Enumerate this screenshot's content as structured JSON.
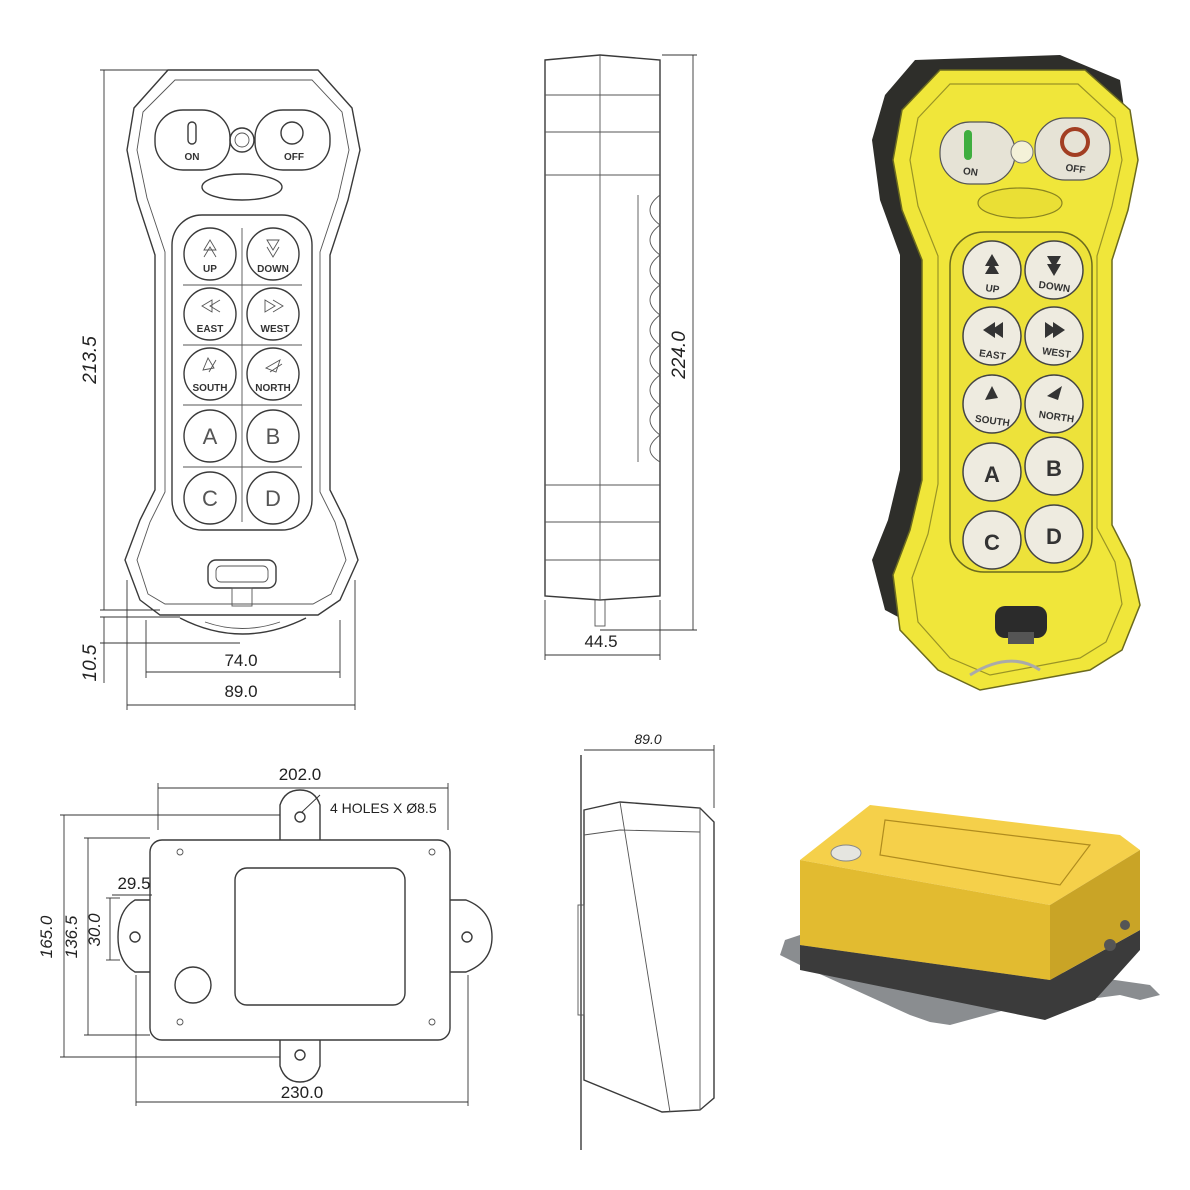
{
  "remote_front": {
    "power_labels": {
      "on": "ON",
      "off": "OFF"
    },
    "buttons": [
      {
        "label": "UP"
      },
      {
        "label": "DOWN"
      },
      {
        "label": "EAST"
      },
      {
        "label": "WEST"
      },
      {
        "label": "SOUTH"
      },
      {
        "label": "NORTH"
      },
      {
        "label": "A"
      },
      {
        "label": "B"
      },
      {
        "label": "C"
      },
      {
        "label": "D"
      }
    ],
    "dims": {
      "height": "213.5",
      "inner_width": "74.0",
      "outer_width": "89.0",
      "antenna": "10.5"
    }
  },
  "remote_side": {
    "dims": {
      "height": "224.0",
      "depth": "44.5"
    }
  },
  "remote_photo": {
    "power_labels": {
      "on": "ON",
      "off": "OFF"
    },
    "buttons": [
      {
        "label": "UP"
      },
      {
        "label": "DOWN"
      },
      {
        "label": "EAST"
      },
      {
        "label": "WEST"
      },
      {
        "label": "SOUTH"
      },
      {
        "label": "NORTH"
      },
      {
        "label": "A"
      },
      {
        "label": "B"
      },
      {
        "label": "C"
      },
      {
        "label": "D"
      }
    ],
    "colors": {
      "body": "#f0e63a",
      "frame": "#2e2e2a"
    }
  },
  "receiver_top": {
    "dims": {
      "hole_spacing": "202.0",
      "holes": "4 HOLES X Ø8.5",
      "width": "230.0",
      "h1": "165.0",
      "h2": "136.5",
      "h3": "30.0",
      "offset": "29.5"
    }
  },
  "receiver_side": {
    "dims": {
      "depth": "89.0"
    }
  },
  "receiver_photo": {
    "colors": {
      "top": "#e8c53d",
      "base": "#3b3b3b",
      "plate": "#8a8d90"
    }
  }
}
